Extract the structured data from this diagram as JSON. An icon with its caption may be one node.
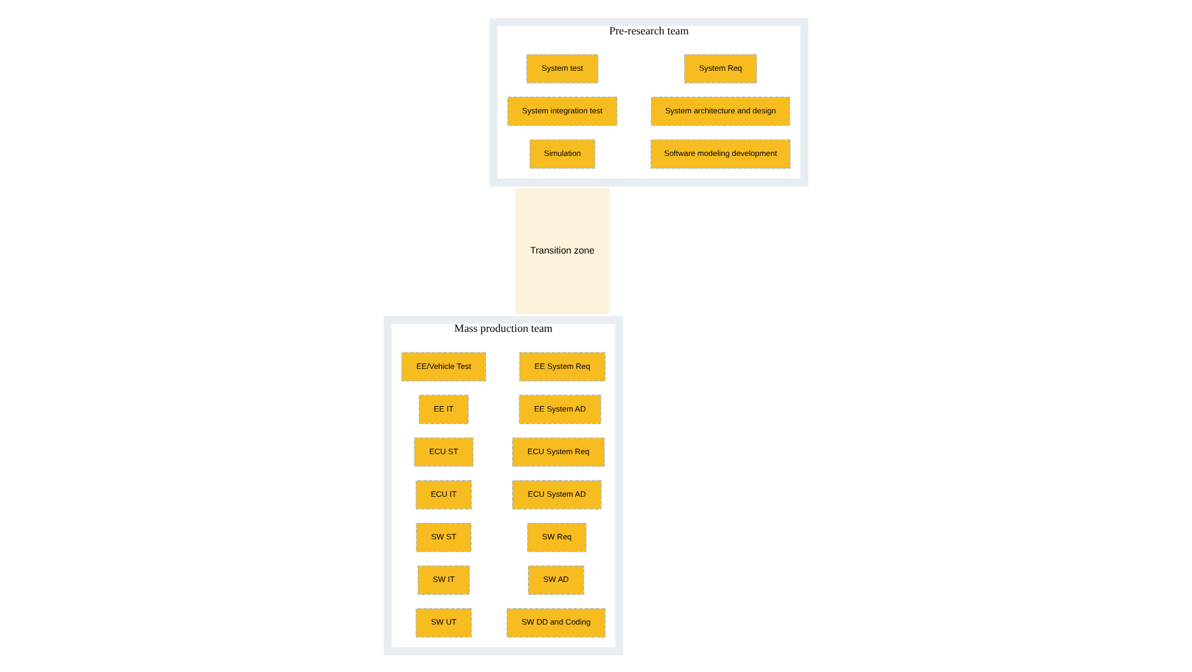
{
  "diagram": {
    "nodes": [
      {
        "text": [
          "Pre-research team"
        ]
      },
      {
        "text": [
          "System Req"
        ],
        "in": 0
      },
      {
        "text": [
          "System test"
        ],
        "in": 0
      },
      {
        "text": [
          "System architecture and design"
        ],
        "in": 0
      },
      {
        "text": [
          "System integration test"
        ],
        "in": 0
      },
      {
        "text": [
          "Software modeling development"
        ],
        "in": 0
      },
      {
        "text": [
          "Simulation"
        ],
        "in": 0
      },
      {
        "text": [
          "Transition zone"
        ]
      },
      {
        "text": [
          "Mass production team"
        ]
      },
      {
        "text": [
          "EE System Req"
        ],
        "in": 8
      },
      {
        "text": [
          "EE/Vehicle Test"
        ],
        "in": 8
      },
      {
        "text": [
          "EE System AD"
        ],
        "in": 8
      },
      {
        "text": [
          "EE IT"
        ],
        "in": 8
      },
      {
        "text": [
          "ECU System Req"
        ],
        "in": 8
      },
      {
        "text": [
          "ECU ST"
        ],
        "in": 8
      },
      {
        "text": [
          "ECU System AD"
        ],
        "in": 8
      },
      {
        "text": [
          "ECU IT"
        ],
        "in": 8
      },
      {
        "text": [
          "SW Req"
        ],
        "in": 8
      },
      {
        "text": [
          "SW ST"
        ],
        "in": 8
      },
      {
        "text": [
          "SW AD"
        ],
        "in": 8
      },
      {
        "text": [
          "SW IT"
        ],
        "in": 8
      },
      {
        "text": [
          "SW DD and Coding"
        ],
        "in": 8
      },
      {
        "text": [
          "SW UT"
        ],
        "in": 8
      }
    ]
  }
}
